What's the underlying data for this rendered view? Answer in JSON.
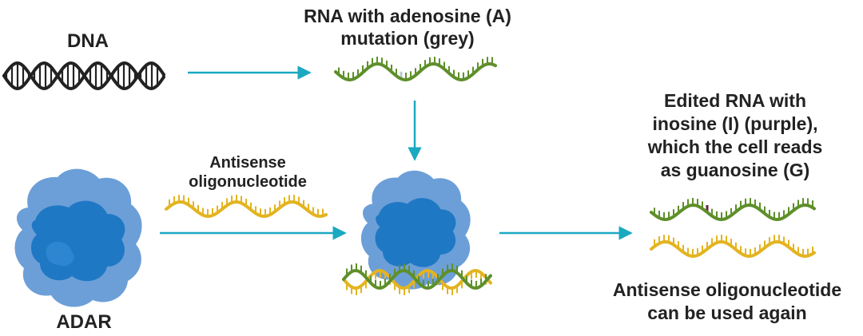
{
  "labels": {
    "dna": "DNA",
    "rna_mutation": [
      "RNA with adenosine (A)",
      "mutation (grey)"
    ],
    "antisense": [
      "Antisense",
      "oligonucleotide"
    ],
    "adar": "ADAR",
    "edited_rna": [
      "Edited RNA with",
      "inosine (I) (purple),",
      "which the cell reads",
      "as guanosine (G)"
    ],
    "reuse": [
      "Antisense oligonucleotide",
      "can be used again"
    ]
  },
  "colors": {
    "rna_green": "#5e8f2a",
    "antisense_yellow": "#e3b420",
    "arrow_teal": "#1aa9c1",
    "dna_black": "#222222",
    "adar_light": "#6c9fd8",
    "adar_dark": "#1f78c4",
    "mutation_grey": "#b9c7cf",
    "inosine_purple": "#6e2146"
  }
}
